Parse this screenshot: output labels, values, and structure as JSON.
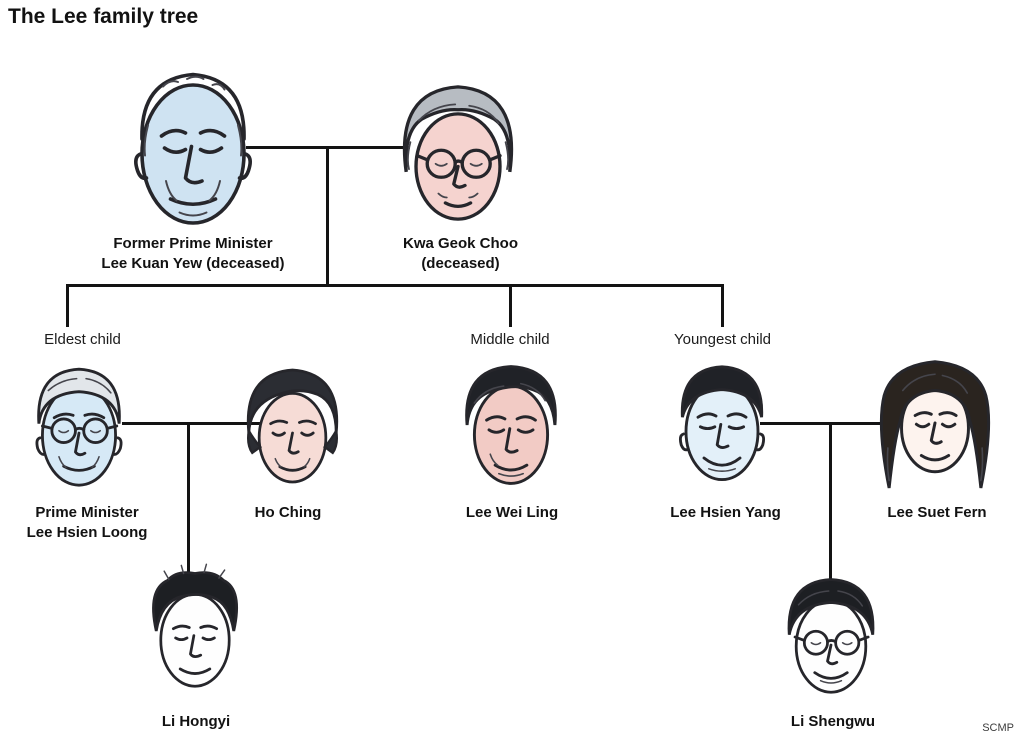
{
  "title": "The Lee family tree",
  "attribution": "SCMP",
  "generation_labels": {
    "eldest": "Eldest child",
    "middle": "Middle child",
    "youngest": "Youngest child"
  },
  "people": {
    "lee_kuan_yew": {
      "caption": [
        "Former Prime Minister",
        "Lee Kuan Yew (deceased)"
      ],
      "tint": "#cfe3f2"
    },
    "kwa_geok_choo": {
      "caption": [
        "Kwa Geok Choo",
        "(deceased)"
      ],
      "tint": "#f5d3cf"
    },
    "lee_hsien_loong": {
      "caption": [
        "Prime Minister",
        "Lee Hsien Loong"
      ],
      "tint": "#d6e9f6"
    },
    "ho_ching": {
      "caption": [
        "Ho Ching"
      ],
      "tint": "#f6dcd6"
    },
    "lee_wei_ling": {
      "caption": [
        "Lee Wei Ling"
      ],
      "tint": "#f2cbc5"
    },
    "lee_hsien_yang": {
      "caption": [
        "Lee Hsien Yang"
      ],
      "tint": "#e3f0f9"
    },
    "lee_suet_fern": {
      "caption": [
        "Lee Suet Fern"
      ],
      "tint": "#fdf3ee"
    },
    "li_hongyi": {
      "caption": [
        "Li Hongyi"
      ],
      "tint": "#fefefe"
    },
    "li_shengwu": {
      "caption": [
        "Li Shengwu"
      ],
      "tint": "#fefefe"
    }
  },
  "colors": {
    "connector": "#131313",
    "text": "#121212",
    "background": "#ffffff",
    "male_tint": "#cfe3f2",
    "female_tint": "#f2cbc5",
    "ink": "#26262b"
  }
}
